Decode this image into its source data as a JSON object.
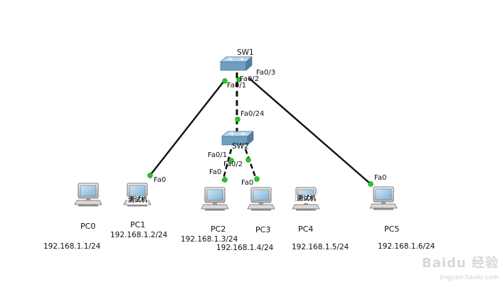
{
  "switches": [
    {
      "id": "sw1",
      "name": "SW1"
    },
    {
      "id": "sw2",
      "name": "SW2"
    }
  ],
  "ports": {
    "sw1_fa0_1": "Fa0/1",
    "sw1_fa0_2": "Fa0/2",
    "sw1_fa0_3": "Fa0/3",
    "sw2_fa0_24": "Fa0/24",
    "sw2_fa0_1": "Fa0/1",
    "sw2_fa0_2": "Fa0/2",
    "pc1_fa0": "Fa0",
    "pc2_fa0": "Fa0",
    "pc3_fa0": "Fa0",
    "pc5_fa0": "Fa0"
  },
  "hosts": [
    {
      "id": "pc0",
      "name": "PC0",
      "ip": "192.168.1.1/24",
      "screen_text": ""
    },
    {
      "id": "pc1",
      "name": "PC1",
      "ip": "192.168.1.2/24",
      "screen_text": "测试机"
    },
    {
      "id": "pc2",
      "name": "PC2",
      "ip": "192.168.1.3/24",
      "screen_text": ""
    },
    {
      "id": "pc3",
      "name": "PC3",
      "ip": "192.168.1.4/24",
      "screen_text": ""
    },
    {
      "id": "pc4",
      "name": "PC4",
      "ip": "192.168.1.5/24",
      "screen_text": "测试机"
    },
    {
      "id": "pc5",
      "name": "PC5",
      "ip": "192.168.1.6/24",
      "screen_text": ""
    }
  ],
  "watermark": {
    "logo": "Baidu 经验",
    "url": "jingyan.baidu.com"
  },
  "colors": {
    "link": "#111111",
    "link_up_dot": "#22cc22",
    "switch_body": "#6f9fc0",
    "switch_top": "#a9cde6"
  }
}
